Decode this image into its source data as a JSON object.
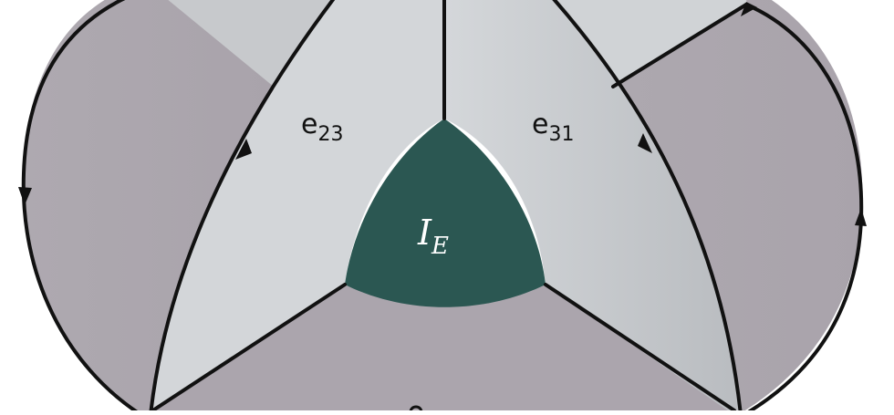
{
  "diagram": {
    "regions": {
      "e23": {
        "base": "e",
        "sub": "23"
      },
      "e31": {
        "base": "e",
        "sub": "31"
      },
      "core": {
        "base": "I",
        "sub": "E"
      }
    },
    "colors": {
      "outer_region": "#aca6ae",
      "inner_region_light": "#d2d6da",
      "inner_region_mid": "#c3c7cb",
      "top_patch": "#c8cacd",
      "core_fill": "#2b5752",
      "stroke": "#111111"
    }
  }
}
